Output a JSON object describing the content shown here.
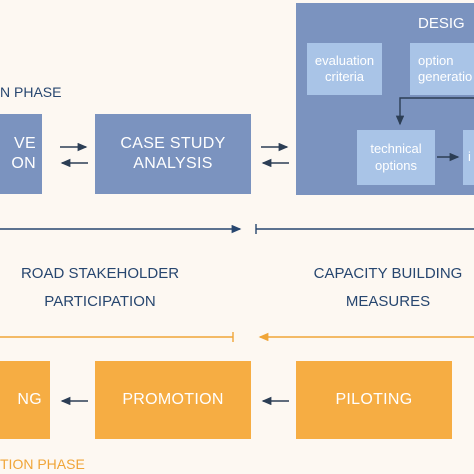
{
  "top": {
    "phase_label": "N PHASE",
    "box_left_line1": "VE",
    "box_left_line2": "ON",
    "case_study_line1": "CASE STUDY",
    "case_study_line2": "ANALYSIS",
    "design_label": "DESIG",
    "evaluation_line1": "evaluation",
    "evaluation_line2": "criteria",
    "options_line1": "option",
    "options_line2": "generatio",
    "technical_line1": "technical",
    "technical_line2": "options",
    "partial_box": "i"
  },
  "middle": {
    "road_line1": "ROAD STAKEHOLDER",
    "road_line2": "PARTICIPATION",
    "capacity_line1": "CAPACITY BUILDING",
    "capacity_line2": "MEASURES"
  },
  "bottom": {
    "box_left": "NG",
    "promotion": "PROMOTION",
    "piloting": "PILOTING",
    "phase_label": "TION PHASE"
  },
  "colors": {
    "blue_box": "#7b93bf",
    "light_box": "#a9c4e7",
    "orange_box": "#f6ad43",
    "blue_text": "#27466f",
    "orange_text": "#f0a538",
    "arrow_dark": "#2c3e55"
  }
}
